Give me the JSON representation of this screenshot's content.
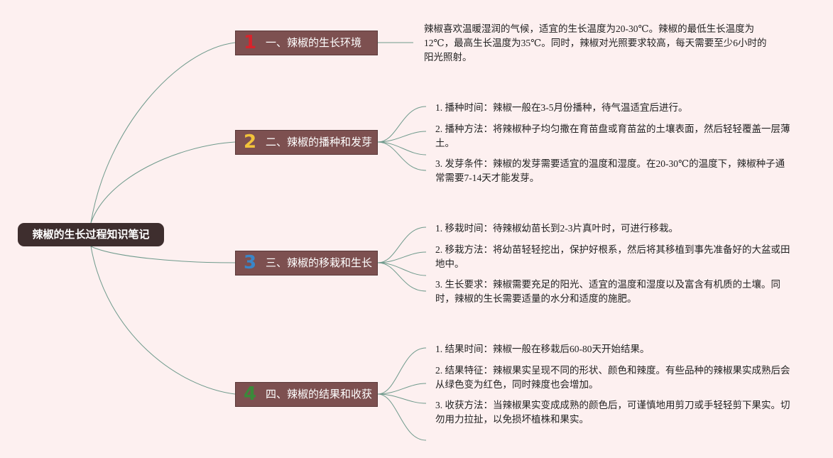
{
  "root": {
    "title": "辣椒的生长过程知识笔记"
  },
  "colors": {
    "background": "#fdf0f0",
    "root": "#3e2e2e",
    "branch": "#7d5050",
    "line": "#6f9a8c",
    "num1": "#d8242c",
    "num2": "#f2c33a",
    "num3": "#3a86c8",
    "num4": "#3a8a3a"
  },
  "branches": [
    {
      "num": "1",
      "label": "一、辣椒的生长环境",
      "items": [
        "辣椒喜欢温暖湿润的气候，适宜的生长温度为20-30℃。辣椒的最低生长温度为12℃，最高生长温度为35℃。同时，辣椒对光照要求较高，每天需要至少6小时的阳光照射。"
      ]
    },
    {
      "num": "2",
      "label": "二、辣椒的播种和发芽",
      "items": [
        "1. 播种时间：辣椒一般在3-5月份播种，待气温适宜后进行。",
        "2. 播种方法：将辣椒种子均匀撒在育苗盘或育苗盆的土壤表面，然后轻轻覆盖一层薄土。",
        "3. 发芽条件：辣椒的发芽需要适宜的温度和湿度。在20-30℃的温度下，辣椒种子通常需要7-14天才能发芽。"
      ]
    },
    {
      "num": "3",
      "label": "三、辣椒的移栽和生长",
      "items": [
        "1. 移栽时间：待辣椒幼苗长到2-3片真叶时，可进行移栽。",
        "2. 移栽方法：将幼苗轻轻挖出，保护好根系，然后将其移植到事先准备好的大盆或田地中。",
        "3. 生长要求：辣椒需要充足的阳光、适宜的温度和湿度以及富含有机质的土壤。同时，辣椒的生长需要适量的水分和适度的施肥。"
      ]
    },
    {
      "num": "4",
      "label": "四、辣椒的结果和收获",
      "items": [
        "1. 结果时间：辣椒一般在移栽后60-80天开始结果。",
        "2. 结果特征：辣椒果实呈现不同的形状、颜色和辣度。有些品种的辣椒果实成熟后会从绿色变为红色，同时辣度也会增加。",
        "3. 收获方法：当辣椒果实变成成熟的颜色后，可谨慎地用剪刀或手轻轻剪下果实。切勿用力拉扯，以免损坏植株和果实。"
      ]
    }
  ]
}
